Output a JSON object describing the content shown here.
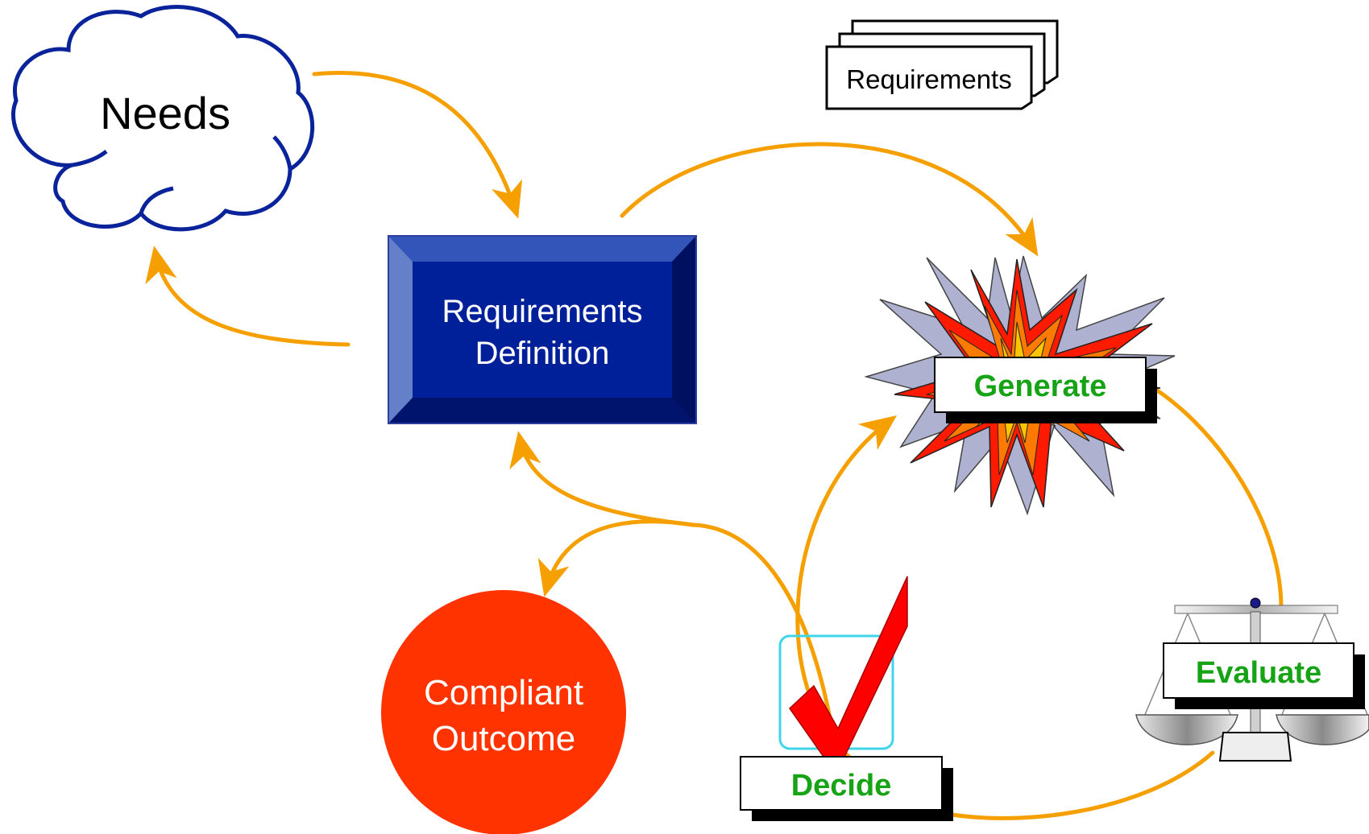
{
  "nodes": {
    "needs": "Needs",
    "requirements_doc": "Requirements",
    "requirements_definition": [
      "Requirements",
      "Definition"
    ],
    "generate": "Generate",
    "evaluate": "Evaluate",
    "decide": "Decide",
    "compliant_outcome": [
      "Compliant",
      "Outcome"
    ]
  },
  "colors": {
    "arrow": "#f5a000",
    "cloud_stroke": "#0a239a",
    "box_fill": "#00209a",
    "label_green": "#16a316",
    "outcome_fill": "#ff3300",
    "checkmark": "#ff0000",
    "check_frame": "#3fd6ea"
  },
  "icons": {
    "needs": "cloud-icon",
    "requirements_doc": "document-stack-icon",
    "generate": "explosion-starburst-icon",
    "evaluate": "balance-scale-icon",
    "decide": "checkmark-icon"
  }
}
